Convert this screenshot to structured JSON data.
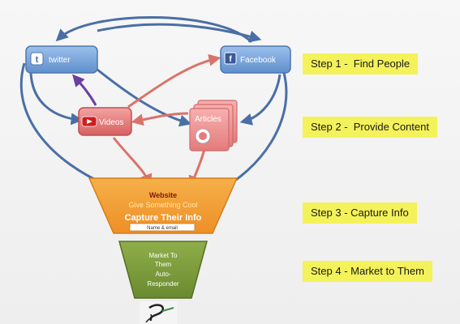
{
  "colors": {
    "social_box": "#6f9fd8",
    "video_box": "#e06b6b",
    "articles_box": "#f08a8a",
    "funnel_top": "#f2a03a",
    "funnel_bottom": "#7a9a3c",
    "arrow_blue": "#4a6fa5",
    "arrow_red": "#d9736a",
    "arrow_purple": "#6a3fa0",
    "step_bg": "#f4f25a"
  },
  "nodes": {
    "twitter": {
      "label": "twitter",
      "icon": "twitter-icon"
    },
    "facebook": {
      "label": "Facebook",
      "icon": "facebook-icon"
    },
    "videos": {
      "label": "Videos",
      "icon": "youtube-icon"
    },
    "articles": {
      "label": "Articles",
      "icon": "articles-badge-icon"
    }
  },
  "funnel": {
    "website": "Website",
    "give": "Give Something Cool",
    "capture": "Capture Their Info",
    "name_email": "Name & email",
    "market_lines": [
      "Market To",
      "Them",
      "Auto-",
      "Responder"
    ]
  },
  "steps": [
    "Step 1 -  Find People",
    "Step 2 -  Provide Content",
    "Step 3 - Capture Info",
    "Step 4 - Market to Them"
  ],
  "logo": "stylized-s-logo"
}
